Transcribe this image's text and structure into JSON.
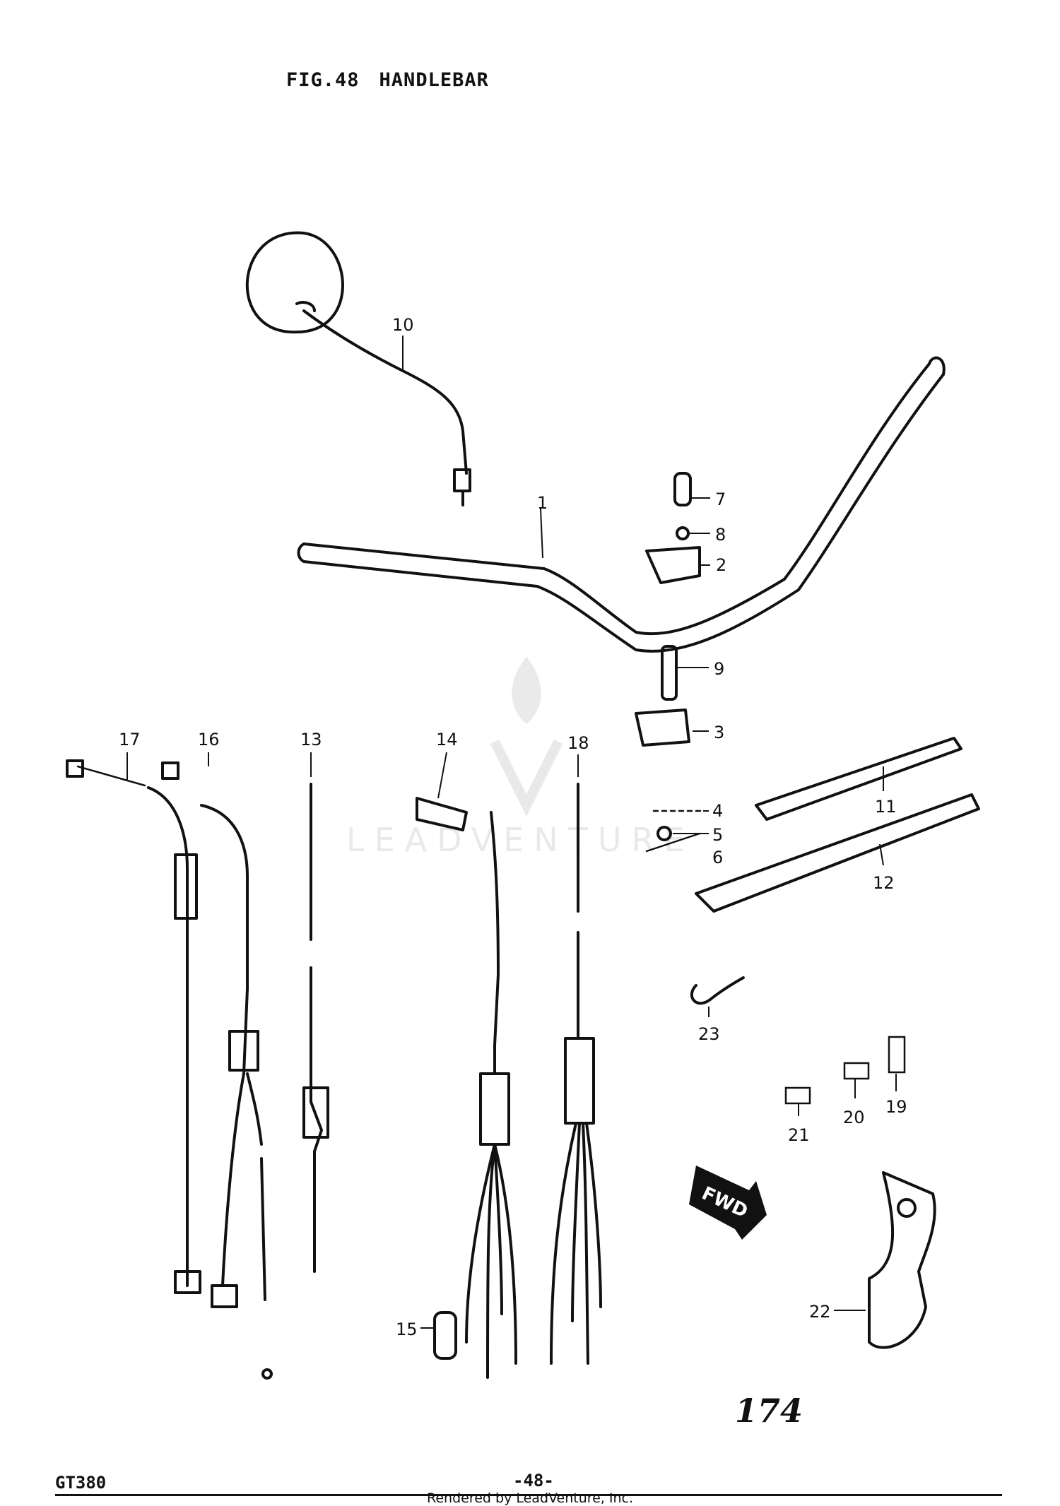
{
  "figure": {
    "label": "FIG.48",
    "name": "HANDLEBAR"
  },
  "callouts": [
    "1",
    "2",
    "3",
    "4",
    "5",
    "6",
    "7",
    "8",
    "9",
    "10",
    "11",
    "12",
    "13",
    "14",
    "15",
    "16",
    "17",
    "18",
    "19",
    "20",
    "21",
    "22",
    "23"
  ],
  "arrow_label": "FWD",
  "watermark": "LEADVENTURE",
  "footer": {
    "model": "GT380",
    "page": "-48-",
    "handwritten_page": "174",
    "credit": "Rendered by LeadVenture, Inc."
  }
}
